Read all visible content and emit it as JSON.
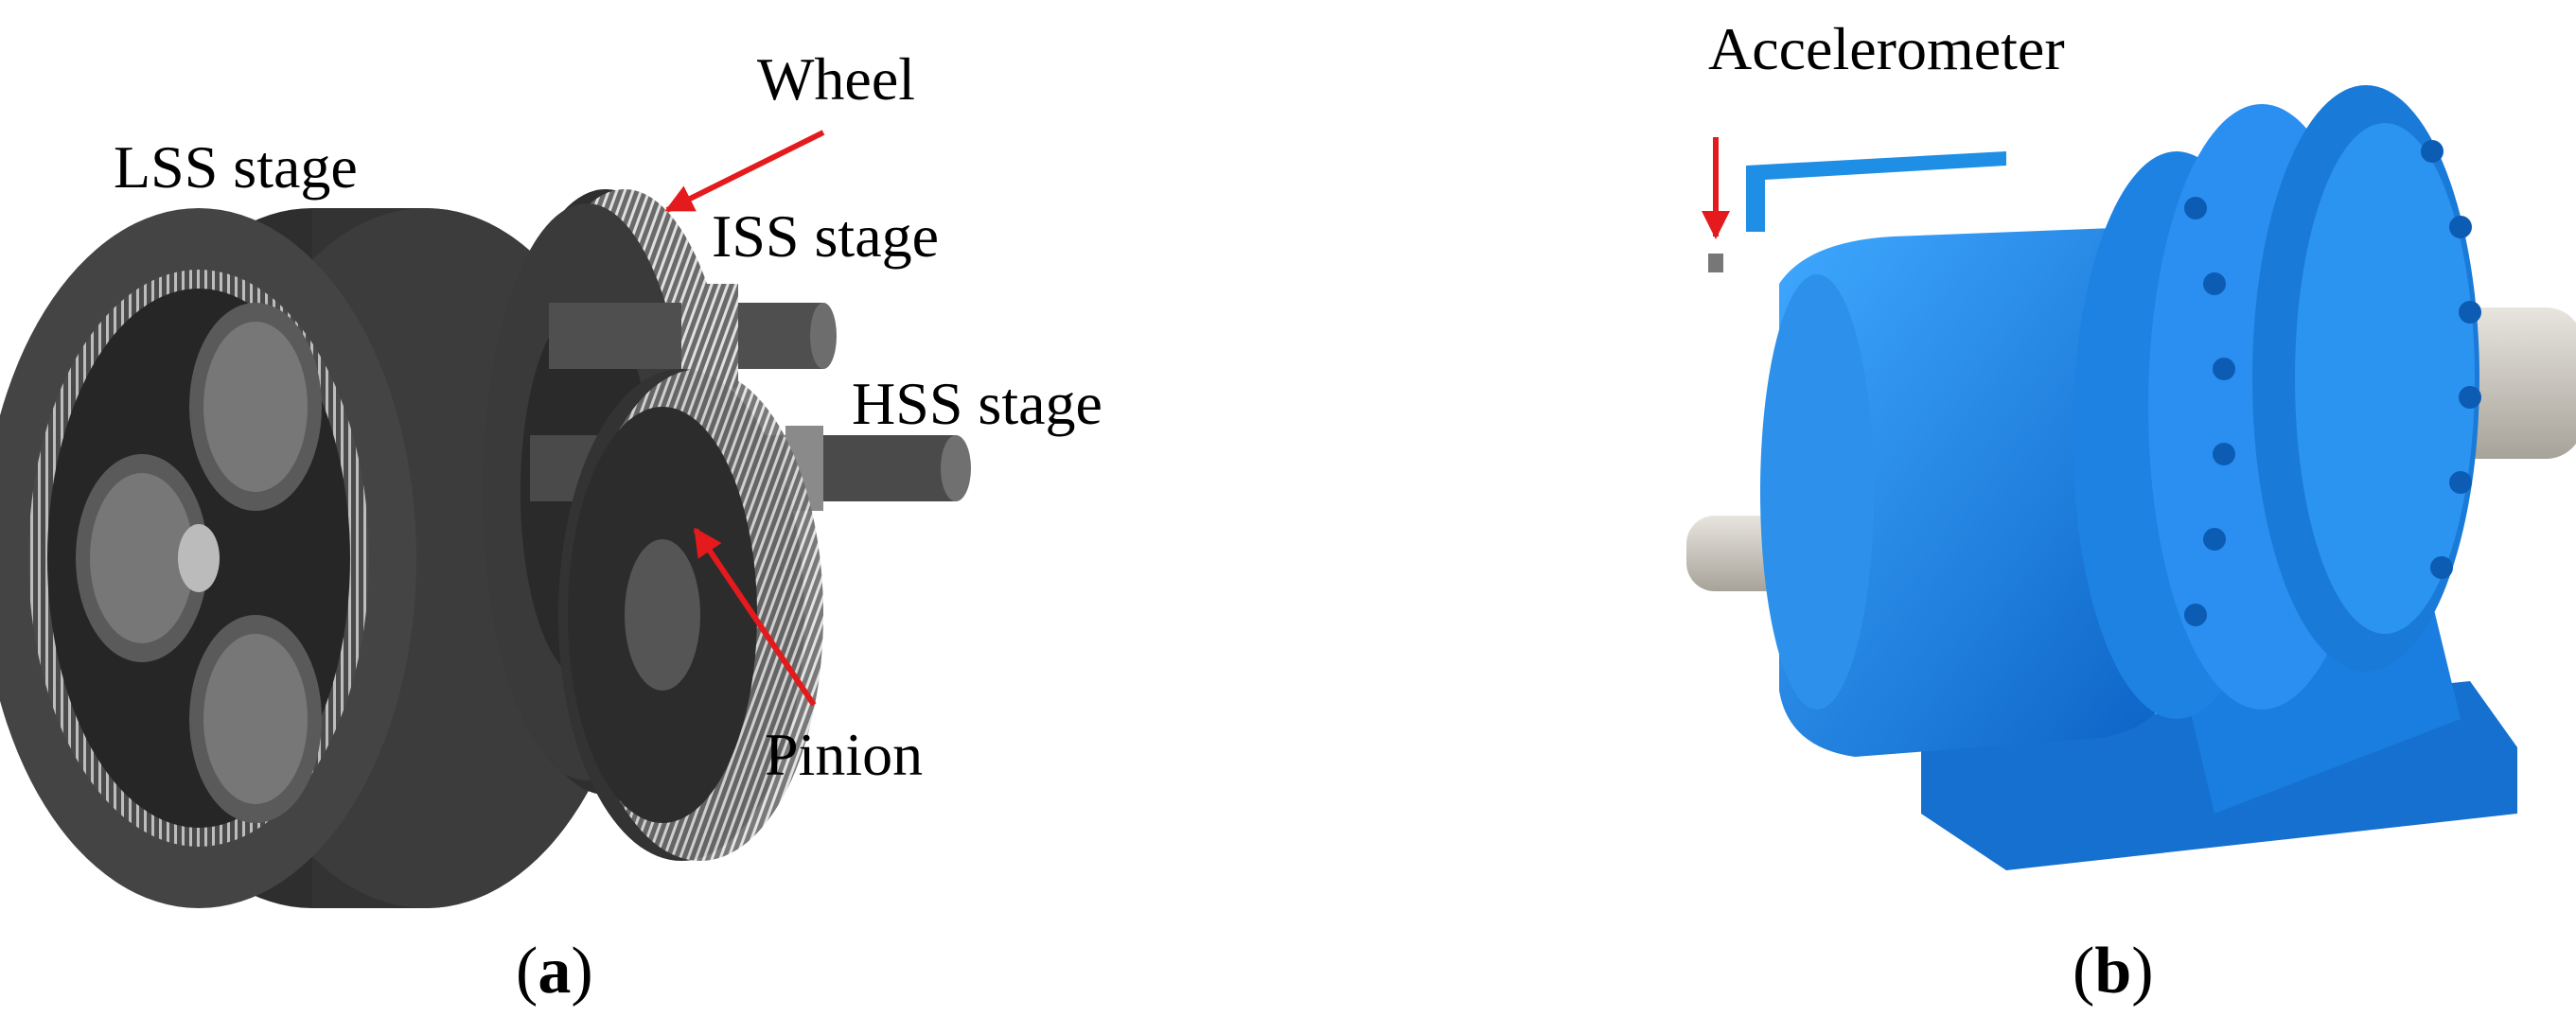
{
  "panel_a": {
    "labels": {
      "lss": "LSS stage",
      "wheel": "Wheel",
      "iss": "ISS stage",
      "hss": "HSS stage",
      "pinion": "Pinion"
    },
    "caption_open": "(",
    "caption_letter": "a",
    "caption_close": ")"
  },
  "panel_b": {
    "labels": {
      "accelerometer": "Accelerometer"
    },
    "caption_open": "(",
    "caption_letter": "b",
    "caption_close": ")"
  },
  "colors": {
    "gear_dark": "#3a3a3a",
    "gear_mid": "#5a5a5a",
    "gear_light": "#9a9a9a",
    "gearbox_blue": "#1f8fe6",
    "gearbox_blue_dark": "#0f5fb0",
    "arrow_red": "#e41a1c"
  }
}
